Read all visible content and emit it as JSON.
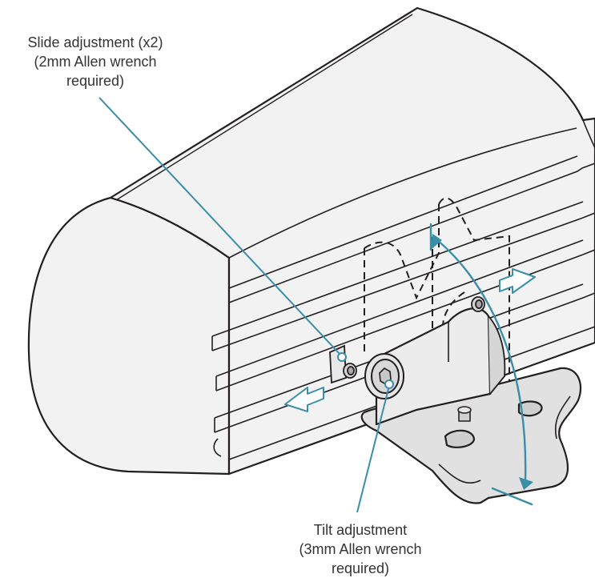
{
  "callouts": {
    "slide": {
      "lines": [
        "Slide adjustment (x2)",
        "(2mm Allen wrench",
        "required)"
      ]
    },
    "tilt": {
      "lines": [
        "Tilt adjustment",
        "(3mm Allen wrench",
        "required)"
      ]
    }
  },
  "colors": {
    "leader": "#3b8ea8",
    "outline": "#231f20",
    "bar_fill": "#f2f2f2",
    "bracket_fill": "#e1e1e1",
    "text": "#333333"
  },
  "icons": [
    "slide-arrow-icon",
    "tilt-arc-arrow-icon",
    "leader-dot-icon"
  ]
}
